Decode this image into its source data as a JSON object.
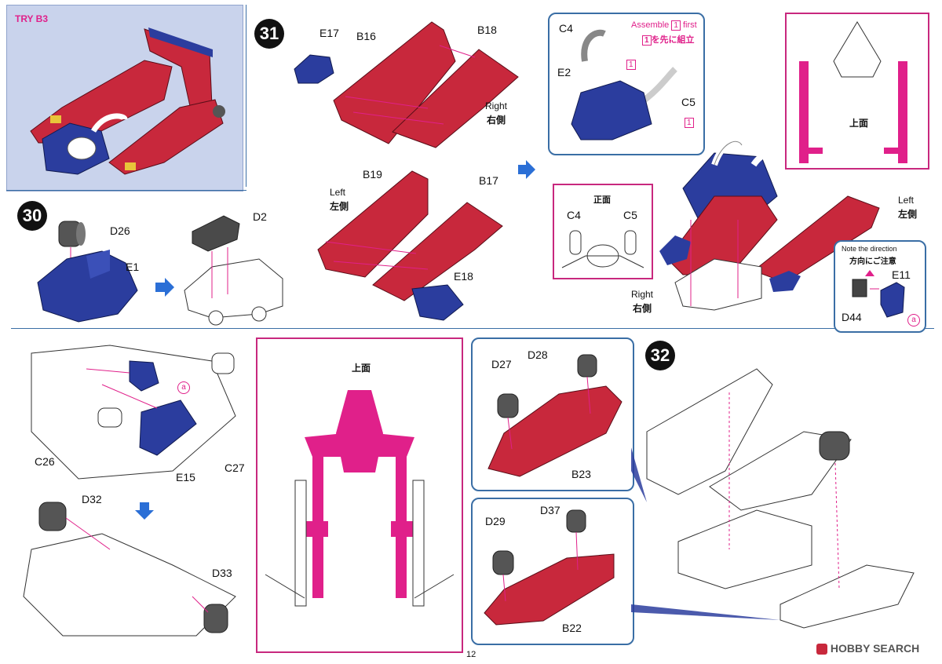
{
  "header": {
    "try_label": "TRY B3"
  },
  "steps": {
    "s30": "30",
    "s31": "31",
    "s32": "32"
  },
  "step30": {
    "d26": "D26",
    "e1": "E1",
    "d2": "D2"
  },
  "step31": {
    "e17": "E17",
    "b16": "B16",
    "b18": "B18",
    "b19": "B19",
    "b17": "B17",
    "e18": "E18",
    "right_en": "Right",
    "right_jp": "右側",
    "left_en": "Left",
    "left_jp": "左側"
  },
  "inset_c4c5": {
    "c4": "C4",
    "c5": "C5",
    "e2": "E2",
    "assemble_en_pre": "Assemble",
    "assemble_num": "1",
    "assemble_en_post": "first",
    "assemble_jp_num": "1",
    "assemble_jp": "を先に組立",
    "marker": "1"
  },
  "top_view_label": "上面",
  "front_view": {
    "title": "正面",
    "c4": "C4",
    "c5": "C5"
  },
  "assembly_main": {
    "left_en": "Left",
    "left_jp": "左側",
    "right_en": "Right",
    "right_jp": "右側"
  },
  "direction_note": {
    "en": "Note the direction",
    "jp": "方向にご注意",
    "d44": "D44",
    "e11": "E11",
    "ref": "a"
  },
  "bottom_left": {
    "c26": "C26",
    "e15": "E15",
    "c27": "C27",
    "ref": "a",
    "d32": "D32",
    "d33": "D33"
  },
  "center_top_label": "上面",
  "wheels_box1": {
    "d27": "D27",
    "d28": "D28",
    "b23": "B23"
  },
  "wheels_box2": {
    "d29": "D29",
    "d37": "D37",
    "b22": "B22"
  },
  "page_number": "12",
  "watermark": "HOBBY SEARCH",
  "colors": {
    "red": "#c8283c",
    "blue": "#2b3d9e",
    "pink": "#e0208a",
    "frame": "#3a6ea5",
    "wheel": "#555555"
  }
}
